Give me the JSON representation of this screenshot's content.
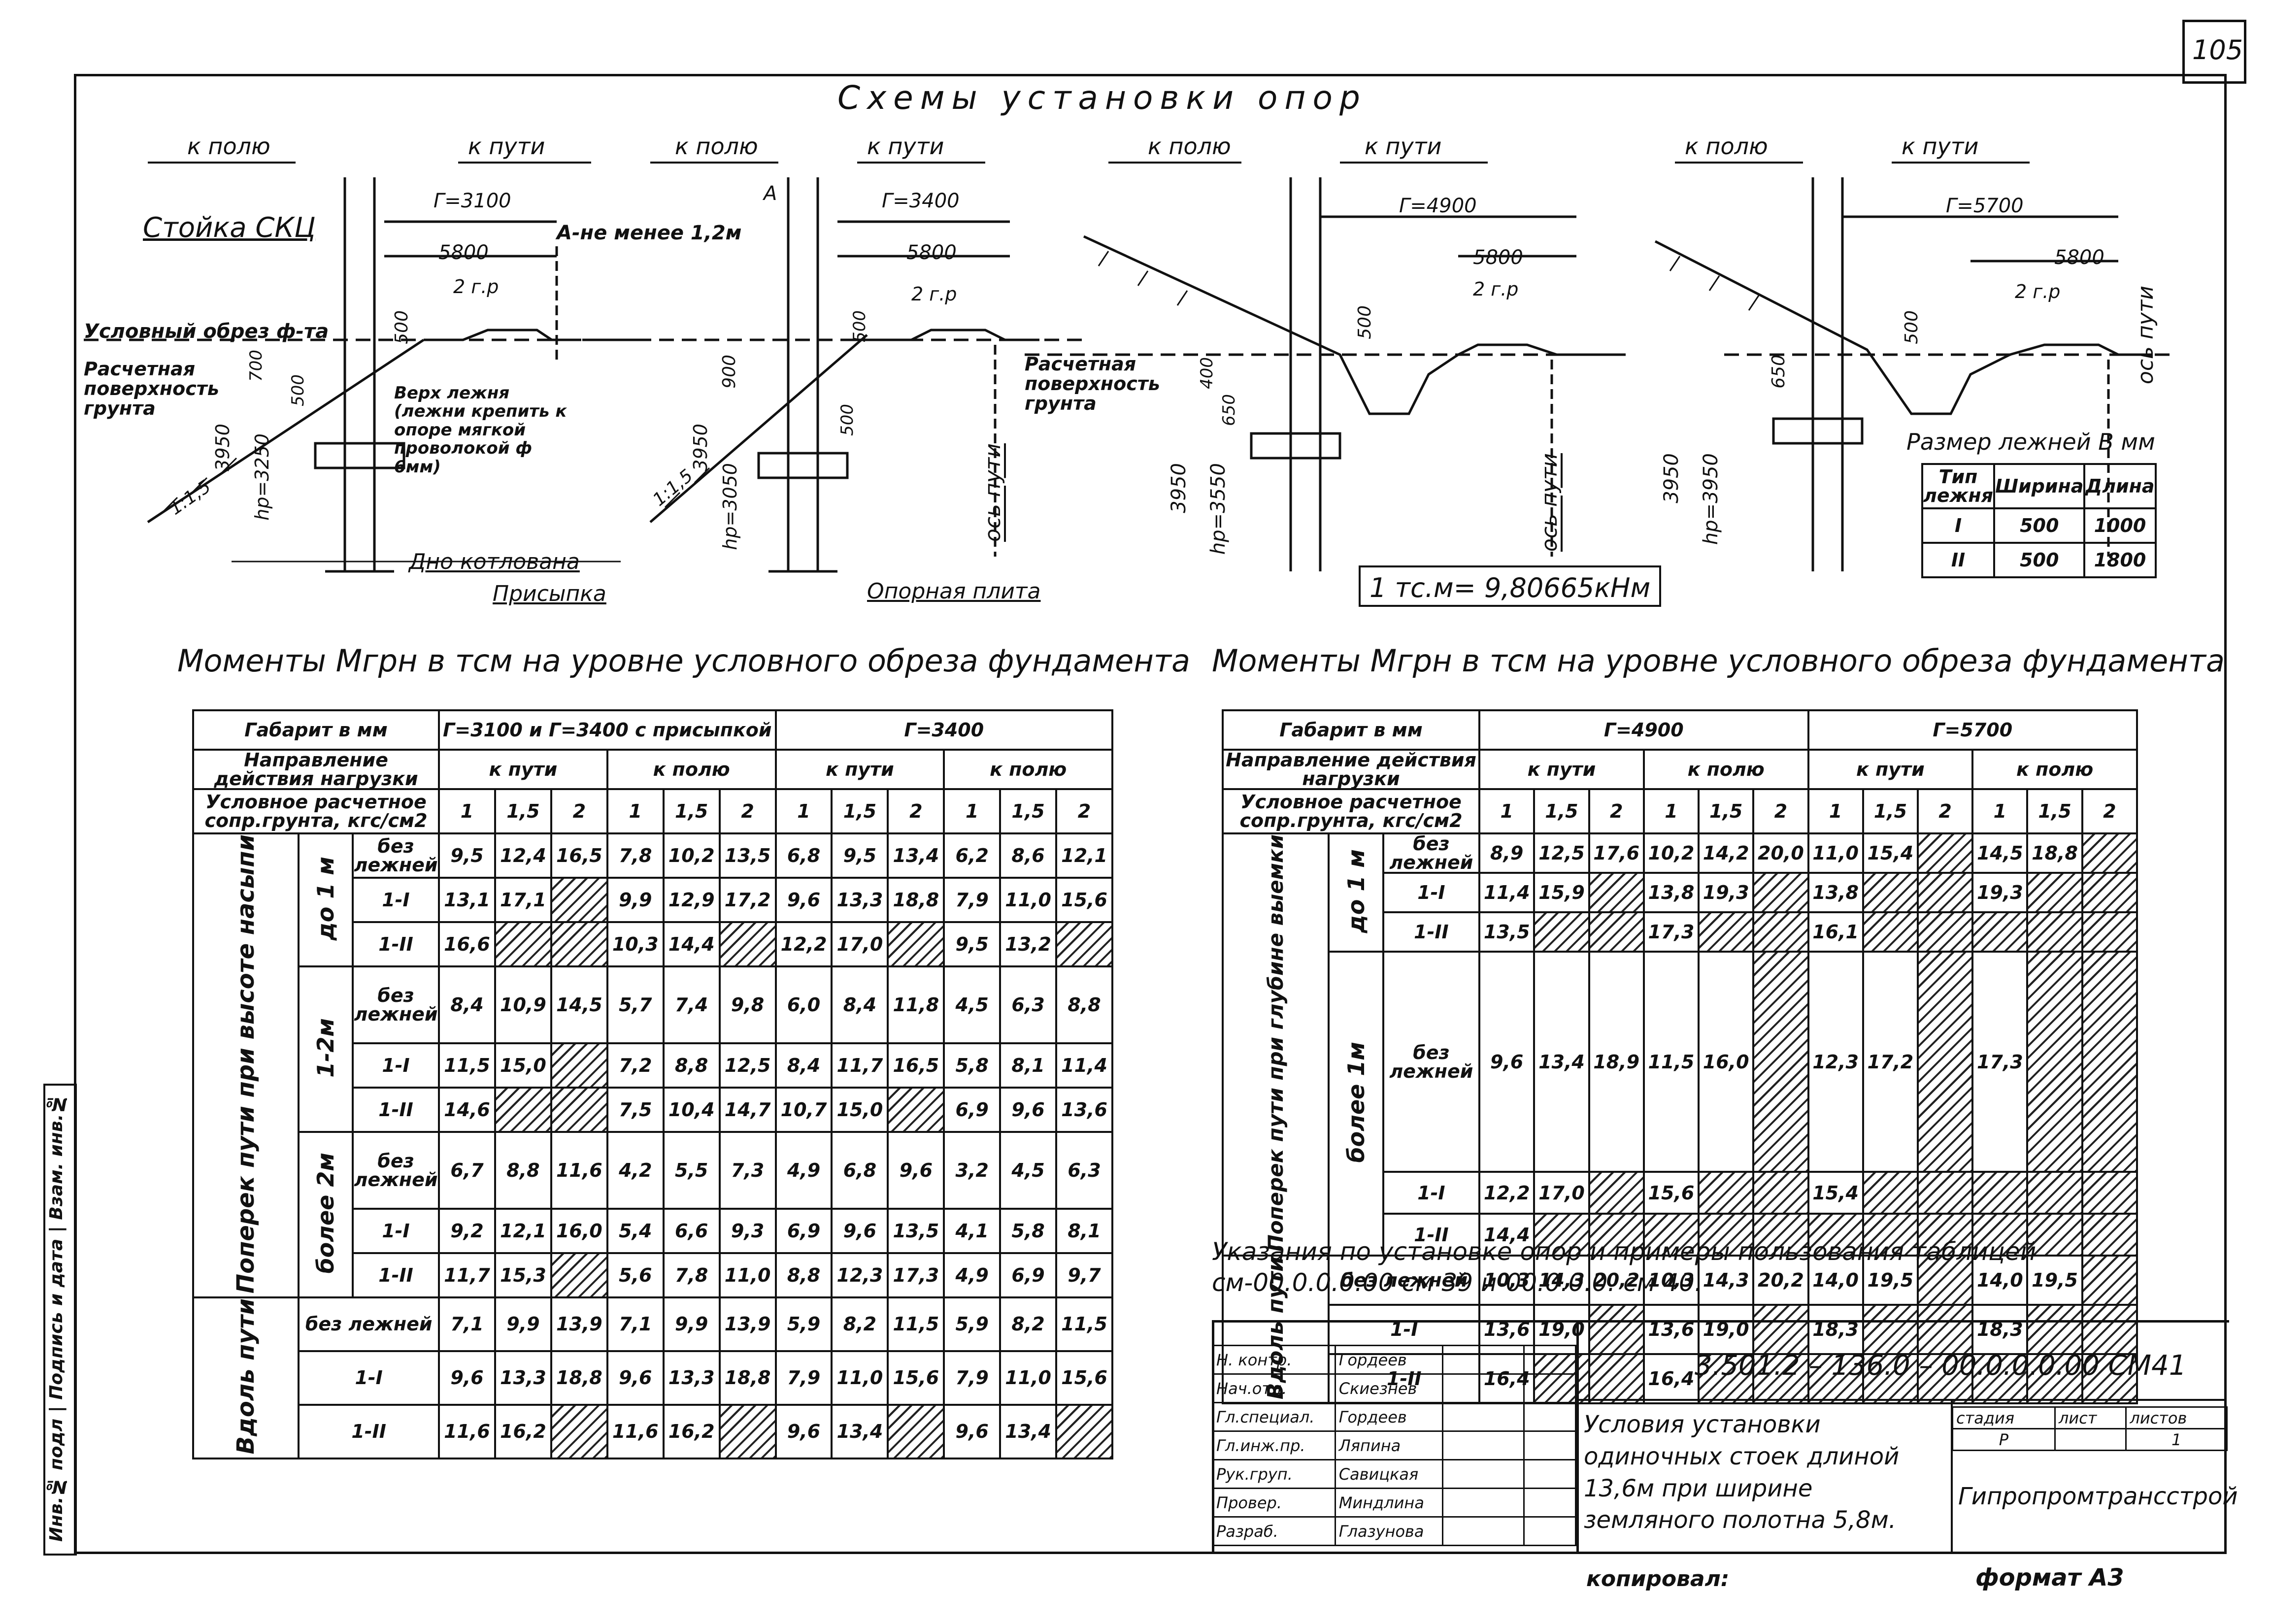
{
  "page": {
    "sheet_no": "105",
    "sheet_code": "3.501.2 – 136.0 – 00.0.0.0.00 СМ41",
    "copied": "копировал:",
    "format": "формат А3",
    "side_stamp": "Инв.№ подл | Подпись и дата | Взам. инв.№"
  },
  "diagram": {
    "title": "Схемы установки опор",
    "to_field": "к полю",
    "to_track": "к пути",
    "stand_label": "Стойка СКЦ",
    "a_note": "А-не менее 1,2м",
    "a_letter": "А",
    "foundation_cut": "Условный обрез ф-та",
    "design_surface": "Расчетная поверхность грунта",
    "crossbar_note": "Верх лежня (лежни крепить к опоре мягкой проволокой ф 6мм)",
    "pit_bottom": "Дно котлована",
    "backfill": "Присыпка",
    "base_plate": "Опорная плита",
    "track_axis": "ось пути",
    "g1": "Г=3100",
    "g2": "Г=3400",
    "g3": "Г=4900",
    "g4": "Г=5700",
    "w5800": "5800",
    "gr": "2 г.р",
    "d500": "500",
    "d700": "700",
    "d900": "900",
    "d400": "400",
    "d650": "650",
    "d3950": "3950",
    "hp1": "hр=3250",
    "hp2": "hр=3050",
    "hp3": "hр=3550",
    "hp4": "hр=3950",
    "slope1": "1:1,5",
    "slope2": "1:1,5",
    "conversion": "1 тс.м= 9,80665кНм",
    "crossbar_sizes_title": "Размер лежней В мм",
    "crossbar_table": {
      "headers": [
        "Тип лежня",
        "Ширина",
        "Длина"
      ],
      "rows": [
        [
          "I",
          "500",
          "1000"
        ],
        [
          "II",
          "500",
          "1800"
        ]
      ]
    }
  },
  "left_table": {
    "caption": "Моменты Mгрн в тсм на уровне условного обреза фундамента",
    "h_gabarit": "Габарит в мм",
    "h_g3100": "Г=3100 и Г=3400 с присыпкой",
    "h_g3400": "Г=3400",
    "h_direction": "Направление действия нагрузки",
    "h_track": "к пути",
    "h_field": "к полю",
    "h_soil": "Условное расчетное сопр.грунта, кгс/см2",
    "soil_vals": [
      "1",
      "1,5",
      "2"
    ],
    "group_across": "Поперек пути при высоте насыпи",
    "group_along": "Вдоль пути",
    "h_upto1": "до 1 м",
    "h_1_2": "1-2м",
    "h_more2": "более 2м",
    "r_none": "без лежней",
    "r_1i": "1-I",
    "r_1ii": "1-II",
    "r_along_none": "без лежней",
    "rows": [
      [
        "9,5",
        "12,4",
        "16,5",
        "7,8",
        "10,2",
        "13,5",
        "6,8",
        "9,5",
        "13,4",
        "6,2",
        "8,6",
        "12,1"
      ],
      [
        "13,1",
        "17,1",
        "",
        "9,9",
        "12,9",
        "17,2",
        "9,6",
        "13,3",
        "18,8",
        "7,9",
        "11,0",
        "15,6"
      ],
      [
        "16,6",
        "",
        "",
        "10,3",
        "14,4",
        "",
        "12,2",
        "17,0",
        "",
        "9,5",
        "13,2",
        ""
      ],
      [
        "8,4",
        "10,9",
        "14,5",
        "5,7",
        "7,4",
        "9,8",
        "6,0",
        "8,4",
        "11,8",
        "4,5",
        "6,3",
        "8,8"
      ],
      [
        "11,5",
        "15,0",
        "",
        "7,2",
        "8,8",
        "12,5",
        "8,4",
        "11,7",
        "16,5",
        "5,8",
        "8,1",
        "11,4"
      ],
      [
        "14,6",
        "",
        "",
        "7,5",
        "10,4",
        "14,7",
        "10,7",
        "15,0",
        "",
        "6,9",
        "9,6",
        "13,6"
      ],
      [
        "6,7",
        "8,8",
        "11,6",
        "4,2",
        "5,5",
        "7,3",
        "4,9",
        "6,8",
        "9,6",
        "3,2",
        "4,5",
        "6,3"
      ],
      [
        "9,2",
        "12,1",
        "16,0",
        "5,4",
        "6,6",
        "9,3",
        "6,9",
        "9,6",
        "13,5",
        "4,1",
        "5,8",
        "8,1"
      ],
      [
        "11,7",
        "15,3",
        "",
        "5,6",
        "7,8",
        "11,0",
        "8,8",
        "12,3",
        "17,3",
        "4,9",
        "6,9",
        "9,7"
      ],
      [
        "7,1",
        "9,9",
        "13,9",
        "7,1",
        "9,9",
        "13,9",
        "5,9",
        "8,2",
        "11,5",
        "5,9",
        "8,2",
        "11,5"
      ],
      [
        "9,6",
        "13,3",
        "18,8",
        "9,6",
        "13,3",
        "18,8",
        "7,9",
        "11,0",
        "15,6",
        "7,9",
        "11,0",
        "15,6"
      ],
      [
        "11,6",
        "16,2",
        "",
        "11,6",
        "16,2",
        "",
        "9,6",
        "13,4",
        "",
        "9,6",
        "13,4",
        ""
      ]
    ]
  },
  "right_table": {
    "caption": "Моменты Mгрн в тсм на уровне условного обреза фундамента",
    "h_gabarit": "Габарит в мм",
    "h_g4900": "Г=4900",
    "h_g5700": "Г=5700",
    "h_direction": "Направление действия нагрузки",
    "h_track": "к пути",
    "h_field": "к полю",
    "h_soil": "Условное расчетное сопр.грунта, кгс/см2",
    "soil_vals": [
      "1",
      "1,5",
      "2"
    ],
    "group_across": "Поперек пути при глубине выемки",
    "group_along": "Вдоль пути",
    "h_upto1": "до 1 м",
    "h_more1": "более 1м",
    "r_none": "без лежней",
    "r_1i": "1-I",
    "r_1ii": "1-II",
    "rows": [
      [
        "8,9",
        "12,5",
        "17,6",
        "10,2",
        "14,2",
        "20,0",
        "11,0",
        "15,4",
        "",
        "14,5",
        "18,8",
        ""
      ],
      [
        "11,4",
        "15,9",
        "",
        "13,8",
        "19,3",
        "",
        "13,8",
        "",
        "",
        "19,3",
        "",
        ""
      ],
      [
        "13,5",
        "",
        "",
        "17,3",
        "",
        "",
        "16,1",
        "",
        "",
        "",
        "",
        ""
      ],
      [
        "9,6",
        "13,4",
        "18,9",
        "11,5",
        "16,0",
        "",
        "12,3",
        "17,2",
        "",
        "17,3",
        "",
        ""
      ],
      [
        "12,2",
        "17,0",
        "",
        "15,6",
        "",
        "",
        "15,4",
        "",
        "",
        "",
        "",
        ""
      ],
      [
        "14,4",
        "",
        "",
        "",
        "",
        "",
        "",
        "",
        "",
        "",
        "",
        ""
      ],
      [
        "10,3",
        "14,3",
        "20,2",
        "10,3",
        "14,3",
        "20,2",
        "14,0",
        "19,5",
        "",
        "14,0",
        "19,5",
        ""
      ],
      [
        "13,6",
        "19,0",
        "",
        "13,6",
        "19,0",
        "",
        "18,3",
        "",
        "",
        "18,3",
        "",
        ""
      ],
      [
        "16,4",
        "",
        "",
        "16,4",
        "",
        "",
        "",
        "",
        "",
        "",
        "",
        ""
      ]
    ]
  },
  "notes": "Указания по установке опор и примеры пользования таблицей см-00.0.0.0.00 см 39 и-00.0.0.0. см 40.",
  "title_block": {
    "roles": [
      "Н. контр.",
      "Нач.отд.",
      "Гл.специал.",
      "Гл.инж.пр.",
      "Рук.груп.",
      "Провер.",
      "Разраб."
    ],
    "names": [
      "Гордеев",
      "Скиезнев",
      "Гордеев",
      "Ляпина",
      "Савицкая",
      "Миндлина",
      "Глазунова"
    ],
    "title": "Условия установки одиночных стоек длиной 13,6м при ширине земляного полотна 5,8м.",
    "stage_label": "стадия",
    "sheet_label": "лист",
    "sheets_label": "листов",
    "stage": "Р",
    "sheets": "1",
    "org": "Гипропромтрансстрой"
  }
}
